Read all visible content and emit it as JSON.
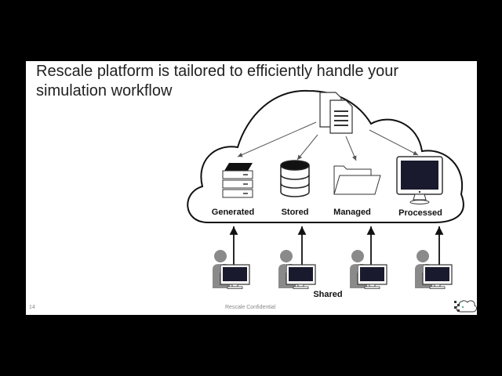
{
  "slide": {
    "title": "Rescale platform is tailored to efficiently handle your simulation workflow",
    "page_number": "14",
    "footer": "Rescale Confidential"
  },
  "diagram": {
    "nodes": [
      {
        "label": "Generated",
        "icon": "server-icon"
      },
      {
        "label": "Stored",
        "icon": "database-icon"
      },
      {
        "label": "Managed",
        "icon": "folder-icon"
      },
      {
        "label": "Processed",
        "icon": "monitor-icon"
      }
    ],
    "source_icon": "documents-icon",
    "users_label": "Shared",
    "user_icon": "user-at-computer-icon",
    "user_count": 4
  },
  "colors": {
    "background": "#000000",
    "slide": "#ffffff",
    "cloud_stroke": "#111111",
    "icon_gray": "#8a8a8a",
    "screen_dark": "#1a1a2e"
  }
}
